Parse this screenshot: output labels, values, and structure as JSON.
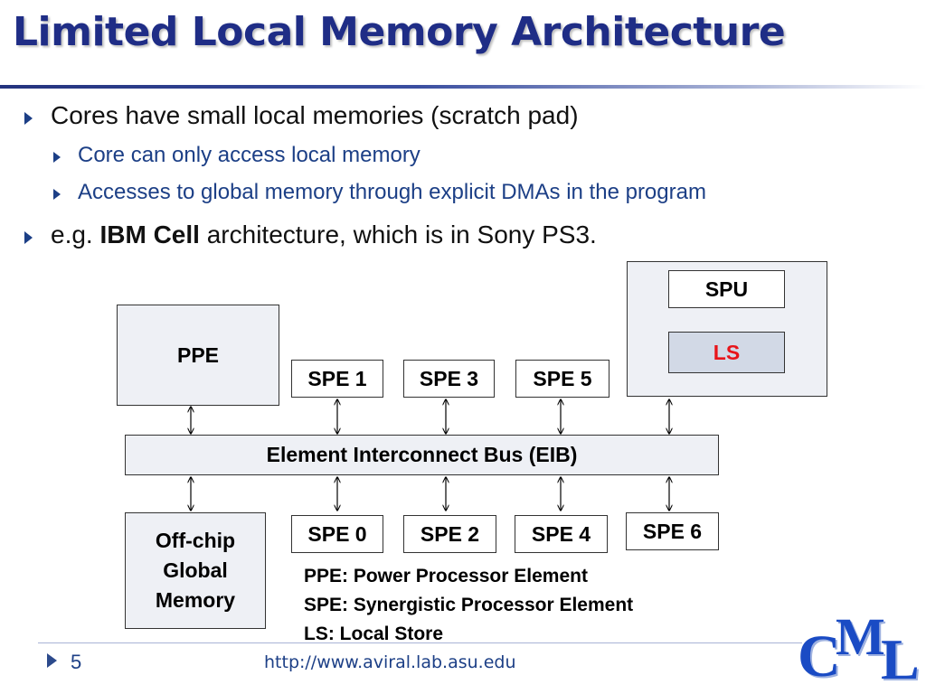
{
  "slide": {
    "title": "Limited Local Memory Architecture",
    "page_number": "5",
    "footer_url": "http://www.aviral.lab.asu.edu",
    "logo_text": "CML",
    "logo": {
      "c": "C",
      "m": "M",
      "l": "L"
    }
  },
  "bullets": [
    {
      "text": "Cores have small local memories (scratch pad)",
      "sub": [
        "Core can only access local memory",
        "Accesses to global memory through explicit DMAs in the program"
      ]
    },
    {
      "prefix": "e.g. ",
      "bold": "IBM Cell",
      "suffix": " architecture, which is in Sony PS3.",
      "sub": []
    }
  ],
  "diagram": {
    "ppe": "PPE",
    "eib": "Element Interconnect Bus (EIB)",
    "memory": "Off-chip Global Memory",
    "spu": "SPU",
    "ls": "LS",
    "spe_top": [
      "SPE 1",
      "SPE 3",
      "SPE 5"
    ],
    "spe_bottom": [
      "SPE 0",
      "SPE 2",
      "SPE 4",
      "SPE 6"
    ],
    "legend": [
      "PPE: Power Processor Element",
      "SPE: Synergistic Processor Element",
      "LS: Local Store"
    ]
  },
  "colors": {
    "title": "#1f2d86",
    "sub_bullet_text": "#1c3f86",
    "ls_text": "#e8141a",
    "box_fill": "#eef0f5",
    "ls_fill": "#d2d9e6",
    "logo": "#1a4bc4"
  }
}
